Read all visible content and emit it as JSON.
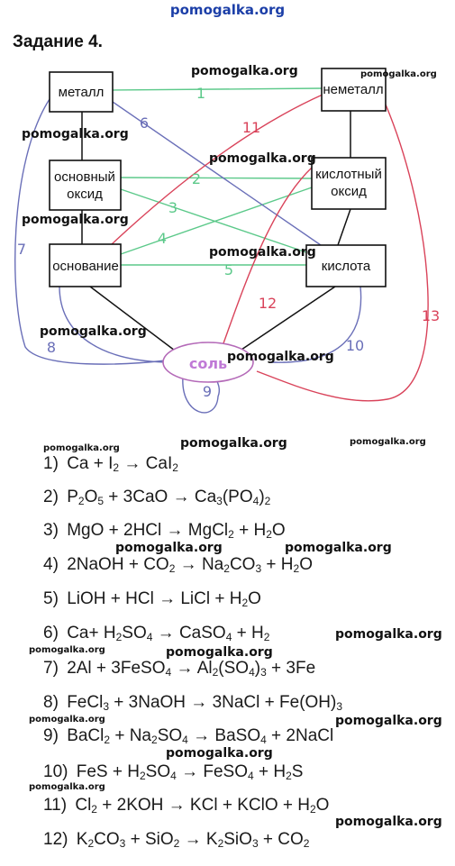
{
  "header": {
    "site": "pomogalka.org"
  },
  "task": {
    "title": "Задание 4."
  },
  "diagram": {
    "nodes": {
      "metal": "металл",
      "nonmetal": "неметалл",
      "basic_oxide_l1": "основный",
      "basic_oxide_l2": "оксид",
      "acid_oxide_l1": "кислотный",
      "acid_oxide_l2": "оксид",
      "base": "основание",
      "acid": "кислота",
      "salt": "соль"
    },
    "links": [
      "1",
      "2",
      "3",
      "4",
      "5",
      "6",
      "7",
      "8",
      "9",
      "10",
      "11",
      "12",
      "13"
    ],
    "colors": {
      "green": "#5cc98a",
      "blue": "#6a6fb8",
      "red": "#d9435a",
      "black": "#111111"
    }
  },
  "watermark": "pomogalka.org",
  "equations": [
    {
      "num": "1)",
      "parts": [
        [
          "Ca + I",
          ""
        ],
        [
          "2",
          "sub"
        ],
        [
          " → CaI",
          ""
        ],
        [
          "2",
          "sub"
        ]
      ]
    },
    {
      "num": "2)",
      "parts": [
        [
          "P",
          ""
        ],
        [
          "2",
          "sub"
        ],
        [
          "O",
          ""
        ],
        [
          "5",
          "sub"
        ],
        [
          " + 3CaO → Ca",
          ""
        ],
        [
          "3",
          "sub"
        ],
        [
          "(PO",
          ""
        ],
        [
          "4",
          "sub"
        ],
        [
          ")",
          ""
        ],
        [
          "2",
          "sub"
        ]
      ]
    },
    {
      "num": "3)",
      "parts": [
        [
          "MgO + 2HCl → MgCl",
          ""
        ],
        [
          "2",
          "sub"
        ],
        [
          " + H",
          ""
        ],
        [
          "2",
          "sub"
        ],
        [
          "O",
          ""
        ]
      ]
    },
    {
      "num": "4)",
      "parts": [
        [
          "2NaOH + CO",
          ""
        ],
        [
          "2",
          "sub"
        ],
        [
          " → Na",
          ""
        ],
        [
          "2",
          "sub"
        ],
        [
          "CO",
          ""
        ],
        [
          "3",
          "sub"
        ],
        [
          " + H",
          ""
        ],
        [
          "2",
          "sub"
        ],
        [
          "O",
          ""
        ]
      ]
    },
    {
      "num": "5)",
      "parts": [
        [
          "LiOH + HCl → LiCl + H",
          ""
        ],
        [
          "2",
          "sub"
        ],
        [
          "O",
          ""
        ]
      ]
    },
    {
      "num": "6)",
      "parts": [
        [
          "Ca+ H",
          ""
        ],
        [
          "2",
          "sub"
        ],
        [
          "SO",
          ""
        ],
        [
          "4",
          "sub"
        ],
        [
          " → CaSO",
          ""
        ],
        [
          "4",
          "sub"
        ],
        [
          " + H",
          ""
        ],
        [
          "2",
          "sub"
        ]
      ]
    },
    {
      "num": "7)",
      "parts": [
        [
          "2Al + 3FeSO",
          ""
        ],
        [
          "4",
          "sub"
        ],
        [
          " → Al",
          ""
        ],
        [
          "2",
          "sub"
        ],
        [
          "(SO",
          ""
        ],
        [
          "4",
          "sub"
        ],
        [
          ")",
          ""
        ],
        [
          "3",
          "sub"
        ],
        [
          " + 3Fe",
          ""
        ]
      ]
    },
    {
      "num": "8)",
      "parts": [
        [
          "FeCl",
          ""
        ],
        [
          "3",
          "sub"
        ],
        [
          " + 3NaOH → 3NaCl + Fe(OH)",
          ""
        ],
        [
          "3",
          "sub"
        ]
      ]
    },
    {
      "num": "9)",
      "parts": [
        [
          "BaCl",
          ""
        ],
        [
          "2",
          "sub"
        ],
        [
          " + Na",
          ""
        ],
        [
          "2",
          "sub"
        ],
        [
          "SO",
          ""
        ],
        [
          "4",
          "sub"
        ],
        [
          " → BaSO",
          ""
        ],
        [
          "4",
          "sub"
        ],
        [
          " + 2NaCl",
          ""
        ]
      ]
    },
    {
      "num": "10)",
      "parts": [
        [
          "FeS + H",
          ""
        ],
        [
          "2",
          "sub"
        ],
        [
          "SO",
          ""
        ],
        [
          "4",
          "sub"
        ],
        [
          " → FeSO",
          ""
        ],
        [
          "4",
          "sub"
        ],
        [
          " + H",
          ""
        ],
        [
          "2",
          "sub"
        ],
        [
          "S",
          ""
        ]
      ]
    },
    {
      "num": "11)",
      "parts": [
        [
          "Cl",
          ""
        ],
        [
          "2",
          "sub"
        ],
        [
          " + 2KOH → KCl + KClO + H",
          ""
        ],
        [
          "2",
          "sub"
        ],
        [
          "O",
          ""
        ]
      ]
    },
    {
      "num": "12)",
      "parts": [
        [
          "K",
          ""
        ],
        [
          "2",
          "sub"
        ],
        [
          "CO",
          ""
        ],
        [
          "3",
          "sub"
        ],
        [
          " + SiO",
          ""
        ],
        [
          "2",
          "sub"
        ],
        [
          " → K",
          ""
        ],
        [
          "2",
          "sub"
        ],
        [
          "SiO",
          ""
        ],
        [
          "3",
          "sub"
        ],
        [
          " + CO",
          ""
        ],
        [
          "2",
          "sub"
        ]
      ]
    }
  ]
}
